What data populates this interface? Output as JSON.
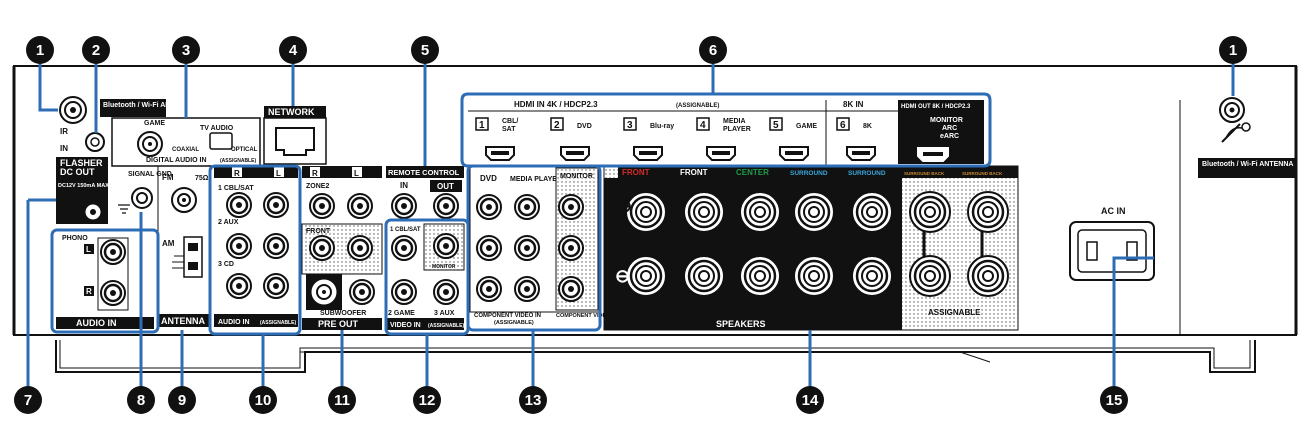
{
  "callouts": [
    "1",
    "2",
    "3",
    "4",
    "5",
    "6",
    "7",
    "8",
    "9",
    "10",
    "11",
    "12",
    "13",
    "14",
    "15",
    "1"
  ],
  "labels": {
    "bt_antenna_l": "Bluetooth / Wi-Fi ANTENNA",
    "bt_antenna_r": "Bluetooth / Wi-Fi ANTENNA",
    "ir": "IR",
    "in": "IN",
    "flasher": "FLASHER",
    "game": "GAME",
    "tv_audio": "TV AUDIO",
    "coaxial": "COAXIAL",
    "optical": "OPTICAL",
    "digital_audio_in": "DIGITAL AUDIO IN",
    "assignable_small": "(ASSIGNABLE)",
    "network": "NETWORK",
    "hdmi_in": "HDMI IN   4K / HDCP2.3",
    "hdmi_in_assignable": "(ASSIGNABLE)",
    "eight_k_in": "8K IN",
    "hdmi_out": "HDMI OUT  8K / HDCP2.3",
    "monitor_arc": "MONITOR",
    "arc": "ARC",
    "earc": "eARC",
    "dc_out": "DC OUT",
    "dc_spec": "DC12V 150mA MAX.",
    "signal_gnd": "SIGNAL GND",
    "fm": "FM",
    "ohm": "75Ω",
    "am": "AM",
    "antenna": "ANTENNA",
    "phono": "PHONO",
    "audio_in": "AUDIO IN",
    "audio_in_assignable": "AUDIO IN",
    "cbl_sat_a": "1 CBL/SAT",
    "aux_a": "2 AUX",
    "cd_a": "3 CD",
    "zone2": "ZONE2",
    "front": "FRONT",
    "subwoofer": "SUBWOOFER",
    "pre_out": "PRE OUT",
    "remote_control": "REMOTE CONTROL",
    "rc_in": "IN",
    "rc_out": "OUT",
    "vid_cbl": "1 CBL/SAT",
    "vid_monitor": "MONITOR",
    "vid_game": "2 GAME",
    "vid_aux": "3 AUX",
    "video_in": "VIDEO IN",
    "dvd": "DVD",
    "media_player": "MEDIA PLAYER",
    "monitor": "MONITOR",
    "comp_in": "COMPONENT VIDEO IN",
    "comp_in_assignable": "(ASSIGNABLE)",
    "comp_out": "COMPONENT VIDEO OUT",
    "spk_front_r": "FRONT",
    "spk_front_l": "FRONT",
    "spk_center": "CENTER",
    "spk_surround_r": "SURROUND",
    "spk_surround_l": "SURROUND",
    "spk_sb_r": "SURROUND BACK",
    "spk_sb_l": "SURROUND BACK",
    "speakers": "SPEAKERS",
    "assignable": "ASSIGNABLE",
    "ac_in": "AC IN",
    "r": "R",
    "l": "L"
  },
  "hdmi_inputs": [
    {
      "num": "1",
      "name": "CBL/ SAT"
    },
    {
      "num": "2",
      "name": "DVD"
    },
    {
      "num": "3",
      "name": "Blu-ray"
    },
    {
      "num": "4",
      "name": "MEDIA PLAYER"
    },
    {
      "num": "5",
      "name": "GAME"
    },
    {
      "num": "6",
      "name": "8K"
    }
  ],
  "colors": {
    "callout_bg": "#111111",
    "highlight": "#2d6db5",
    "front_r": "#d62a2a",
    "center": "#1f9a4a",
    "surround": "#3aa6d9",
    "surround_back": "#c98a35"
  }
}
